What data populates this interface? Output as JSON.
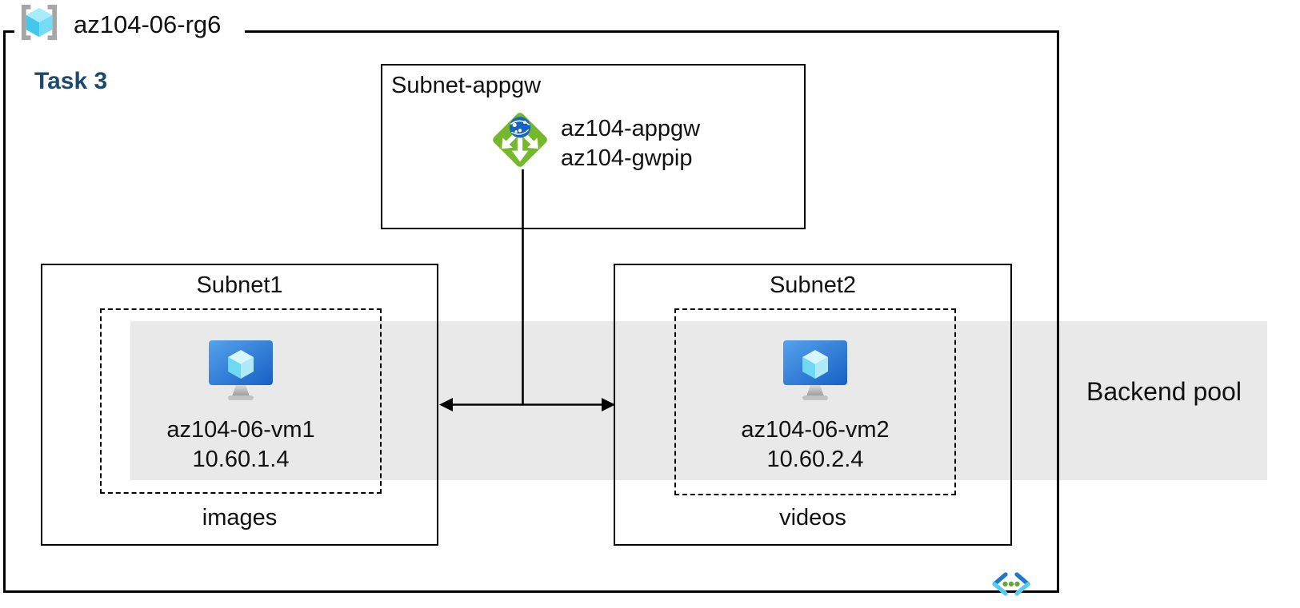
{
  "resource_group": {
    "name": "az104-06-rg6"
  },
  "task_label": "Task 3",
  "appgw_subnet": {
    "title": "Subnet-appgw",
    "gateway_name": "az104-appgw",
    "gateway_public_ip": "az104-gwpip"
  },
  "subnet1": {
    "title": "Subnet1",
    "vm_name": "az104-06-vm1",
    "vm_ip": "10.60.1.4",
    "content_label": "images"
  },
  "subnet2": {
    "title": "Subnet2",
    "vm_name": "az104-06-vm2",
    "vm_ip": "10.60.2.4",
    "content_label": "videos"
  },
  "backend_pool": {
    "label": "Backend pool"
  },
  "icons": {
    "resource_group": "resource-group-icon",
    "application_gateway": "application-gateway-icon",
    "virtual_machine": "virtual-machine-icon",
    "virtual_network": "virtual-network-icon"
  },
  "colors": {
    "task_label_blue": "#1c4a6e",
    "backend_pool_band": "#e9e9e9",
    "appgw_green": "#76b82c",
    "appgw_globe_blue": "#1565c0",
    "vm_blue_light": "#55a2ec",
    "vm_blue_dark": "#1760c4",
    "vnet_chevron_dark": "#1e7ac8",
    "vnet_chevron_light": "#54cdf2",
    "vnet_dot_green": "#60a930",
    "border_black": "#000000"
  }
}
